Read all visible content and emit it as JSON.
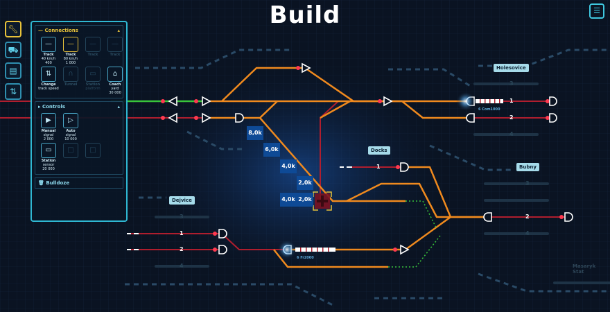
{
  "screen": {
    "title": "Build"
  },
  "toolbar": {
    "tools": [
      {
        "icon": "wrench-icon",
        "active": true
      },
      {
        "icon": "cart-icon",
        "active": false
      },
      {
        "icon": "book-icon",
        "active": false
      },
      {
        "icon": "toggle-icon",
        "active": false
      }
    ]
  },
  "panel": {
    "connections": {
      "title": "Connections",
      "items": [
        {
          "label": "Track",
          "sub": "40 km/h",
          "price": "400",
          "state": "normal"
        },
        {
          "label": "Track",
          "sub": "80 km/h",
          "price": "1 000",
          "state": "selected"
        },
        {
          "label": "Track",
          "sub": "",
          "price": "",
          "state": "dim"
        },
        {
          "label": "Track",
          "sub": "",
          "price": "",
          "state": "dim"
        },
        {
          "label": "Change",
          "sub": "track speed",
          "price": "",
          "state": "normal"
        },
        {
          "label": "Tunnel",
          "sub": "",
          "price": "",
          "state": "dim"
        },
        {
          "label": "Station",
          "sub": "platform",
          "price": "",
          "state": "dim"
        },
        {
          "label": "Coach",
          "sub": "yard",
          "price": "30 000",
          "state": "normal"
        }
      ]
    },
    "controls": {
      "title": "Controls",
      "items": [
        {
          "label": "Manual",
          "sub": "signal",
          "price": "2 000",
          "state": "normal"
        },
        {
          "label": "Auto",
          "sub": "signal",
          "price": "10 000",
          "state": "normal"
        },
        {
          "label": "",
          "sub": "",
          "price": "",
          "state": "empty"
        },
        {
          "label": "",
          "sub": "",
          "price": "",
          "state": "empty"
        },
        {
          "label": "Station",
          "sub": "sensor",
          "price": "20 000",
          "state": "normal"
        },
        {
          "label": "",
          "sub": "",
          "price": "",
          "state": "dim"
        },
        {
          "label": "",
          "sub": "",
          "price": "",
          "state": "dim"
        },
        {
          "label": "",
          "sub": "",
          "price": "",
          "state": "empty"
        }
      ]
    },
    "bulldoze": "Bulldoze"
  },
  "stations": {
    "holesovice": "Holesovice",
    "docks": "Docks",
    "bubny": "Bubny",
    "dejvice": "Dejvice",
    "masaryk": "Masaryk Stat"
  },
  "costs": [
    "8,0k",
    "6,0k",
    "4,0k",
    "2,0k",
    "4,0k",
    "2,0k"
  ],
  "tracks": {
    "holesovice": [
      "3",
      "1",
      "2",
      "4"
    ],
    "docks": "1",
    "bubny": [
      "3",
      "2",
      "4"
    ],
    "dejvice": [
      "3",
      "1",
      "2",
      "4"
    ]
  },
  "trains": {
    "upper": "6 Com1000",
    "lower": "6 Fr2000"
  },
  "colors": {
    "accent": "#2fb7d2",
    "selected": "#e8c23a",
    "track_orange": "#f08a1e",
    "track_red": "#b01e2e",
    "track_green": "#38c43a",
    "cost_box": "#0e4a96"
  }
}
